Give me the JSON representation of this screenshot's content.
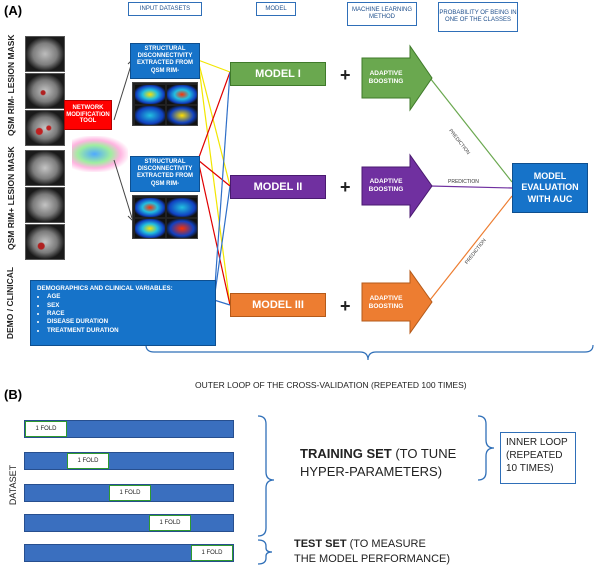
{
  "panel_a": {
    "label": "(A)",
    "headers": {
      "input": "INPUT DATASETS",
      "model": "MODEL",
      "method": "MACHINE LEARNING METHOD",
      "probability": "PROBABILITY OF BEING IN ONE OF THE CLASSES"
    },
    "side_labels": {
      "rim_minus": "QSM RIM- LESION MASK",
      "rim_plus": "QSM RIM+ LESION MASK",
      "demo": "DEMO / CLINICAL"
    },
    "network_tool": "NETWORK MODIFICATION TOOL",
    "struct_minus": "STRUCTURAL DISCONNECTIVITY EXTRACTED FROM QSM RIM-",
    "struct_plus": "STRUCTURAL DISCONNECTIVITY EXTRACTED FROM QSM RIM-",
    "demo_box": {
      "title": "DEMOGRAPHICS AND CLINICAL VARIABLES:",
      "items": [
        "AGE",
        "SEX",
        "RACE",
        "DISEASE DURATION",
        "TREATMENT DURATION"
      ]
    },
    "models": [
      "MODEL I",
      "MODEL II",
      "MODEL III"
    ],
    "plus": "+",
    "boosting": "ADAPTIVE BOOSTING",
    "prediction": "PREDICTION",
    "evaluation": "MODEL EVALUATION WITH AUC",
    "outer_loop": "OUTER LOOP OF THE CROSS-VALIDATION (REPEATED 100 TIMES)",
    "colors": {
      "model1": "#6aa84f",
      "model2": "#7030a0",
      "model3": "#ed7d31",
      "blue": "#1673c9",
      "red": "#ff0000"
    }
  },
  "panel_b": {
    "label": "(B)",
    "dataset": "DATASET",
    "fold": "1 FOLD",
    "training_bold": "TRAINING SET",
    "training_rest": " (TO TUNE",
    "training_line2": "HYPER-PARAMETERS)",
    "inner_loop": "INNER LOOP (REPEATED 10 TIMES)",
    "test_bold": "TEST SET",
    "test_rest": " (TO MEASURE",
    "test_line2": "THE MODEL PERFORMANCE)"
  }
}
